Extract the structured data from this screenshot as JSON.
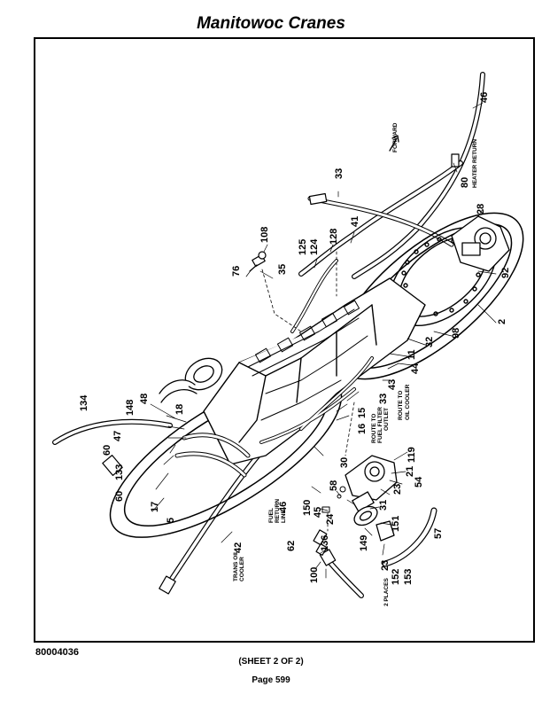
{
  "header": {
    "title": "Manitowoc Cranes"
  },
  "footer": {
    "doc_number": "80004036",
    "sheet": "(SHEET 2 OF 2)",
    "page": "Page 599"
  },
  "diagram": {
    "notes": {
      "forward": "FORWARD",
      "heater_return": "HEATER RETURN",
      "route_oil_cooler_1": "ROUTE TO",
      "route_oil_cooler_2": "OIL COOLER",
      "route_fuel_filter_1": "ROUTE TO",
      "route_fuel_filter_2": "FUEL FILTER",
      "route_fuel_filter_3": "OUTLET",
      "fuel_return_1": "FUEL",
      "fuel_return_2": "RETURN",
      "fuel_return_3": "LINE",
      "trans_oil_1": "TRANS OIL",
      "trans_oil_2": "COOLER",
      "two_places": "2 PLACES"
    },
    "callouts": {
      "c46a": "46",
      "c80": "80",
      "c28": "28",
      "c33a": "33",
      "c41": "41",
      "c128": "128",
      "c124": "124",
      "c125": "125",
      "c108": "108",
      "c76": "76",
      "c35": "35",
      "c92": "92",
      "c2": "2",
      "c98": "98",
      "c32": "32",
      "c11": "11",
      "c44": "44",
      "c43": "43",
      "c33b": "33",
      "c15": "15",
      "c16": "16",
      "c134": "134",
      "c148": "148",
      "c48": "48",
      "c18": "18",
      "c47": "47",
      "c60a": "60",
      "c133": "133",
      "c60b": "60",
      "c17": "17",
      "c5": "5",
      "c30": "30",
      "c119": "119",
      "c21": "21",
      "c54": "54",
      "c23a": "23",
      "c46b": "46",
      "c150": "150",
      "c45": "45",
      "c58": "58",
      "c24": "24",
      "c31": "31",
      "c151": "151",
      "c57": "57",
      "c149": "149",
      "c23b": "23",
      "c152": "152",
      "c153": "153",
      "c136": "136",
      "c62": "62",
      "c100": "100",
      "c42": "42"
    }
  }
}
